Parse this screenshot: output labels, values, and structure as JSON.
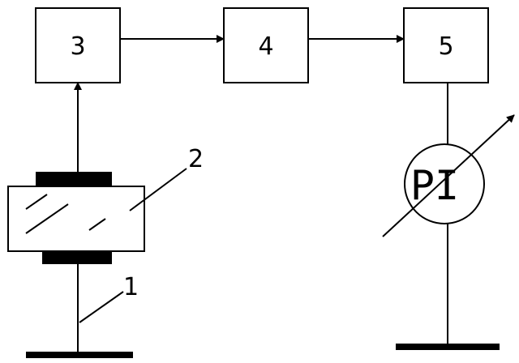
{
  "blocks": [
    {
      "label": "3"
    },
    {
      "label": "4"
    },
    {
      "label": "5"
    }
  ],
  "callouts": [
    {
      "label": "2"
    },
    {
      "label": "1"
    }
  ],
  "meter": {
    "label": "PI"
  }
}
